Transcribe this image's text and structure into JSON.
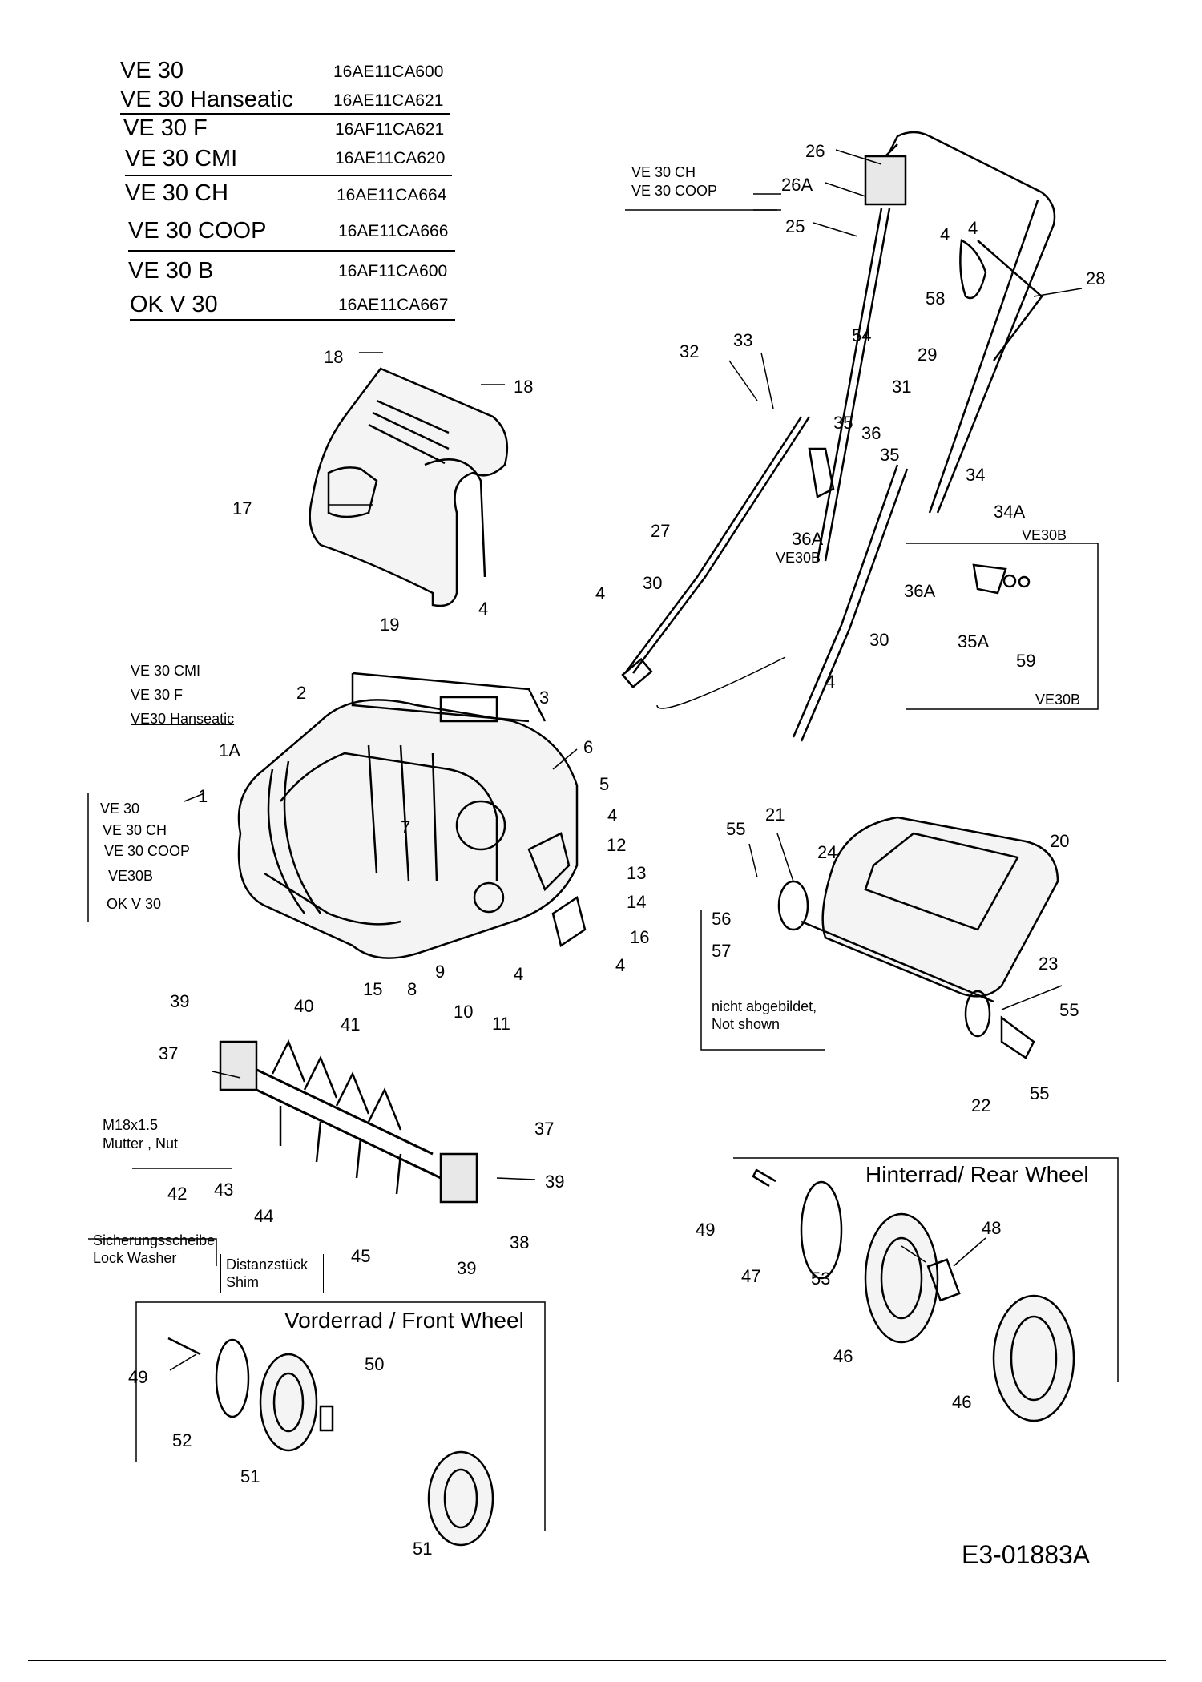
{
  "models": [
    {
      "name": "VE 30",
      "code": "16AE11CA600"
    },
    {
      "name": "VE 30 Hanseatic",
      "code": "16AE11CA621"
    },
    {
      "name": "VE 30 F",
      "code": "16AF11CA621"
    },
    {
      "name": "VE 30 CMI",
      "code": "16AE11CA620"
    },
    {
      "name": "VE 30 CH",
      "code": "16AE11CA664"
    },
    {
      "name": "VE 30 COOP",
      "code": "16AE11CA666"
    },
    {
      "name": "VE 30 B",
      "code": "16AF11CA600"
    },
    {
      "name": "OK V 30",
      "code": "16AE11CA667"
    }
  ],
  "handle_variant": {
    "line1": "VE 30 CH",
    "line2": "VE 30 COOP"
  },
  "frame_variant_a": {
    "line1": "VE 30 CMI",
    "line2": "VE 30 F",
    "line3": "VE30 Hanseatic"
  },
  "frame_variant_b": {
    "line1": "VE 30",
    "line2": "VE 30 CH",
    "line3": "VE 30 COOP",
    "line4": "VE30B",
    "line5": "OK V 30"
  },
  "ve30b_box": {
    "top": "VE30B",
    "bottom": "VE30B",
    "under_36a": "VE30B"
  },
  "not_shown": {
    "n1": "56",
    "n2": "57",
    "line1": "nicht abgebildet,",
    "line2": "Not shown"
  },
  "nut_note": {
    "line1": "M18x1.5",
    "line2": "Mutter , Nut"
  },
  "lock_washer": {
    "line1": "Sicherungsscheibe",
    "line2": "Lock Washer"
  },
  "shim": {
    "line1": "Distanzstück",
    "line2": "Shim"
  },
  "front_wheel_title": "Vorderrad / Front Wheel",
  "rear_wheel_title": "Hinterrad/ Rear Wheel",
  "drawing_ref": "E3-01883A",
  "callouts": {
    "c1": "1",
    "c1A": "1A",
    "c2": "2",
    "c3": "3",
    "c4": "4",
    "c5": "5",
    "c6": "6",
    "c7": "7",
    "c8": "8",
    "c9": "9",
    "c10": "10",
    "c11": "11",
    "c12": "12",
    "c13": "13",
    "c14": "14",
    "c15": "15",
    "c16": "16",
    "c17": "17",
    "c18": "18",
    "c19": "19",
    "c20": "20",
    "c21": "21",
    "c22": "22",
    "c23": "23",
    "c24": "24",
    "c25": "25",
    "c26": "26",
    "c26A": "26A",
    "c27": "27",
    "c28": "28",
    "c29": "29",
    "c30": "30",
    "c31": "31",
    "c32": "32",
    "c33": "33",
    "c34": "34",
    "c34A": "34A",
    "c35": "35",
    "c35A": "35A",
    "c36": "36",
    "c36A": "36A",
    "c37": "37",
    "c38": "38",
    "c39": "39",
    "c40": "40",
    "c41": "41",
    "c42": "42",
    "c43": "43",
    "c44": "44",
    "c45": "45",
    "c46": "46",
    "c47": "47",
    "c48": "48",
    "c49": "49",
    "c50": "50",
    "c51": "51",
    "c52": "52",
    "c53": "53",
    "c54": "54",
    "c55": "55",
    "c58": "58",
    "c59": "59"
  }
}
